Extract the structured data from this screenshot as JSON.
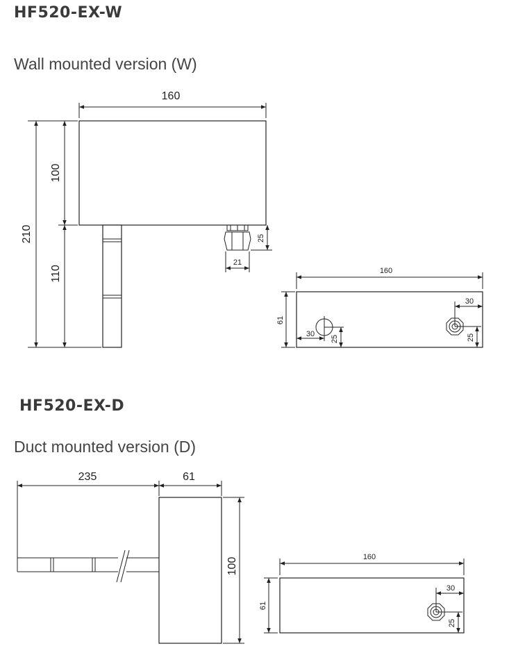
{
  "sections": {
    "wall": {
      "title": "HF520-EX-W",
      "subtitle": "Wall mounted version (W)",
      "dims": {
        "width": "160",
        "total_height": "210",
        "upper_height": "100",
        "lower_height": "110",
        "gland_height": "25",
        "gland_width": "21"
      },
      "rear": {
        "width": "160",
        "height": "61",
        "left_x": "30",
        "left_y": "25",
        "right_x": "30",
        "right_y": "25"
      }
    },
    "duct": {
      "title": "HF520-EX-D",
      "subtitle": "Duct mounted version (D)",
      "dims": {
        "probe_length": "235",
        "depth": "61",
        "height": "100"
      },
      "rear": {
        "width": "160",
        "height": "61",
        "x": "30",
        "y": "25"
      }
    }
  }
}
